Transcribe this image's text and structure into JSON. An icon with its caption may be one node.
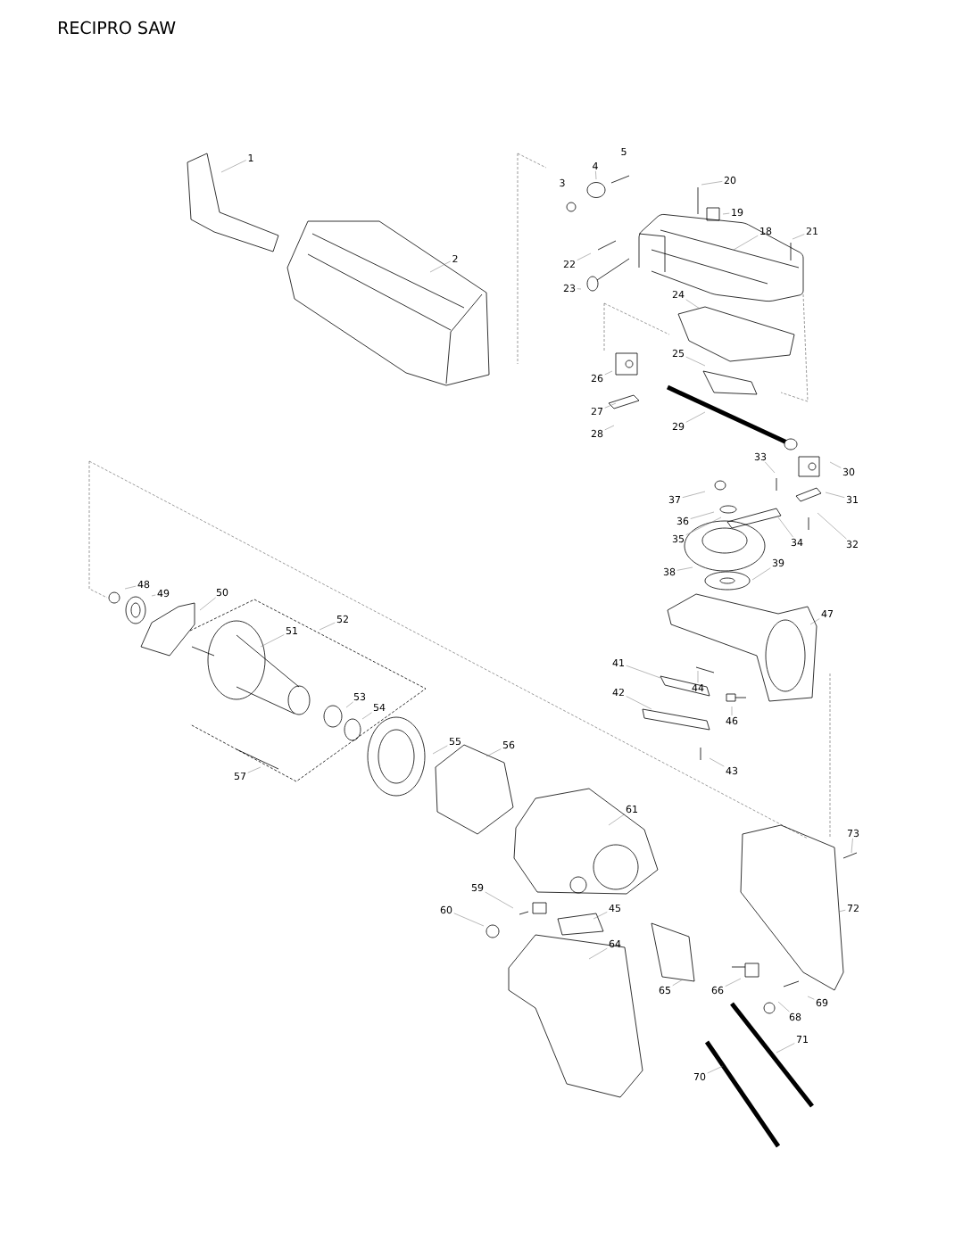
{
  "diagram": {
    "title": "RECIPRO SAW",
    "nodes": [
      {
        "text": [
          "1"
        ]
      },
      {
        "text": [
          "2"
        ]
      },
      {
        "text": [
          "4"
        ]
      },
      {
        "text": [
          "20"
        ]
      },
      {
        "text": [
          "19"
        ]
      },
      {
        "text": [
          "18"
        ]
      },
      {
        "text": [
          "21"
        ]
      },
      {
        "text": [
          "22"
        ]
      },
      {
        "text": [
          "23"
        ]
      },
      {
        "text": [
          "24"
        ]
      },
      {
        "text": [
          "25"
        ]
      },
      {
        "text": [
          "26"
        ]
      },
      {
        "text": [
          "27"
        ]
      },
      {
        "text": [
          "28"
        ]
      },
      {
        "text": [
          "29"
        ]
      },
      {
        "text": [
          "30"
        ]
      },
      {
        "text": [
          "33"
        ]
      },
      {
        "text": [
          "37"
        ]
      },
      {
        "text": [
          "31"
        ]
      },
      {
        "text": [
          "36"
        ]
      },
      {
        "text": [
          "35"
        ]
      },
      {
        "text": [
          "34"
        ]
      },
      {
        "text": [
          "32"
        ]
      },
      {
        "text": [
          "38"
        ]
      },
      {
        "text": [
          "39"
        ]
      },
      {
        "text": [
          "48"
        ]
      },
      {
        "text": [
          "49"
        ]
      },
      {
        "text": [
          "50"
        ]
      },
      {
        "text": [
          "47"
        ]
      },
      {
        "text": [
          "52"
        ]
      },
      {
        "text": [
          "51"
        ]
      },
      {
        "text": [
          "41"
        ]
      },
      {
        "text": [
          "44"
        ]
      },
      {
        "text": [
          "42"
        ]
      },
      {
        "text": [
          "53"
        ]
      },
      {
        "text": [
          "54"
        ]
      },
      {
        "text": [
          "46"
        ]
      },
      {
        "text": [
          "55"
        ]
      },
      {
        "text": [
          "56"
        ]
      },
      {
        "text": [
          "43"
        ]
      },
      {
        "text": [
          "57"
        ]
      },
      {
        "text": [
          "61"
        ]
      },
      {
        "text": [
          "73"
        ]
      },
      {
        "text": [
          "59"
        ]
      },
      {
        "text": [
          "45"
        ]
      },
      {
        "text": [
          "60"
        ]
      },
      {
        "text": [
          "72"
        ]
      },
      {
        "text": [
          "64"
        ]
      },
      {
        "text": [
          "65"
        ]
      },
      {
        "text": [
          "66"
        ]
      },
      {
        "text": [
          "69"
        ]
      },
      {
        "text": [
          "68"
        ]
      },
      {
        "text": [
          "71"
        ]
      },
      {
        "text": [
          "70"
        ]
      }
    ],
    "edges": [
      {
        "from": 0,
        "to": null,
        "arrow": "none"
      },
      {
        "from": 1,
        "to": null,
        "arrow": "none"
      },
      {
        "from": 2,
        "to": null,
        "arrow": "none"
      },
      {
        "from": 3,
        "to": null,
        "arrow": "none"
      },
      {
        "from": 4,
        "to": null,
        "arrow": "none"
      },
      {
        "from": 5,
        "to": null,
        "arrow": "none"
      },
      {
        "from": 6,
        "to": null,
        "arrow": "none"
      },
      {
        "from": 7,
        "to": null,
        "arrow": "none"
      },
      {
        "from": 8,
        "to": null,
        "arrow": "none"
      },
      {
        "from": 9,
        "to": null,
        "arrow": "none"
      },
      {
        "from": 10,
        "to": null,
        "arrow": "none"
      },
      {
        "from": 11,
        "to": null,
        "arrow": "none"
      },
      {
        "from": 12,
        "to": null,
        "arrow": "none"
      },
      {
        "from": 13,
        "to": null,
        "arrow": "none"
      },
      {
        "from": 14,
        "to": null,
        "arrow": "none"
      },
      {
        "from": 15,
        "to": null,
        "arrow": "none"
      },
      {
        "from": 16,
        "to": null,
        "arrow": "none"
      },
      {
        "from": 17,
        "to": null,
        "arrow": "none"
      },
      {
        "from": 18,
        "to": null,
        "arrow": "none"
      },
      {
        "from": 19,
        "to": null,
        "arrow": "none"
      },
      {
        "from": 20,
        "to": null,
        "arrow": "none"
      },
      {
        "from": 21,
        "to": null,
        "arrow": "none"
      },
      {
        "from": 22,
        "to": null,
        "arrow": "none"
      },
      {
        "from": 23,
        "to": null,
        "arrow": "none"
      },
      {
        "from": 24,
        "to": null,
        "arrow": "none"
      },
      {
        "from": 25,
        "to": null,
        "arrow": "none"
      },
      {
        "from": 26,
        "to": null,
        "arrow": "none"
      },
      {
        "from": 27,
        "to": null,
        "arrow": "none"
      },
      {
        "from": 28,
        "to": null,
        "arrow": "none"
      },
      {
        "from": 29,
        "to": null,
        "arrow": "none"
      },
      {
        "from": 30,
        "to": null,
        "arrow": "none"
      },
      {
        "from": 31,
        "to": null,
        "arrow": "none"
      },
      {
        "from": 32,
        "to": null,
        "arrow": "none"
      },
      {
        "from": 33,
        "to": null,
        "arrow": "none"
      },
      {
        "from": 34,
        "to": null,
        "arrow": "none"
      },
      {
        "from": 35,
        "to": null,
        "arrow": "none"
      },
      {
        "from": 36,
        "to": null,
        "arrow": "none"
      },
      {
        "from": 37,
        "to": null,
        "arrow": "none"
      },
      {
        "from": 38,
        "to": null,
        "arrow": "none"
      },
      {
        "from": 39,
        "to": null,
        "arrow": "none"
      },
      {
        "from": 40,
        "to": null,
        "arrow": "none"
      },
      {
        "from": 41,
        "to": null,
        "arrow": "none"
      },
      {
        "from": 42,
        "to": null,
        "arrow": "none"
      },
      {
        "from": 43,
        "to": null,
        "arrow": "none"
      },
      {
        "from": 44,
        "to": null,
        "arrow": "none"
      },
      {
        "from": 45,
        "to": null,
        "arrow": "none"
      },
      {
        "from": 46,
        "to": null,
        "arrow": "none"
      },
      {
        "from": 47,
        "to": null,
        "arrow": "none"
      },
      {
        "from": 48,
        "to": null,
        "arrow": "none"
      },
      {
        "from": 49,
        "to": null,
        "arrow": "none"
      },
      {
        "from": 50,
        "to": null,
        "arrow": "none"
      },
      {
        "from": 51,
        "to": null,
        "arrow": "none"
      },
      {
        "from": 52,
        "to": null,
        "arrow": "none"
      },
      {
        "from": 53,
        "to": null,
        "arrow": "none"
      }
    ],
    "labels": [
      "5",
      "3"
    ]
  }
}
